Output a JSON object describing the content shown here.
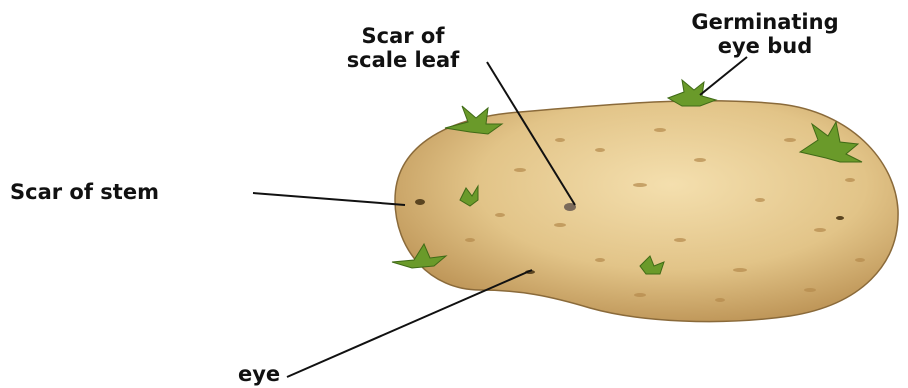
{
  "labels": {
    "scar_scale_leaf": [
      "Scar of",
      "scale leaf"
    ],
    "germinating_eye_bud": [
      "Germinating",
      "eye bud"
    ],
    "scar_of_stem": "Scar of stem",
    "eye": "eye"
  },
  "colors": {
    "skin": "#e2c488",
    "skin_shadow": "#b58a4c",
    "outline": "#8a6a3a",
    "sprout": "#6a9a2a",
    "sprout_dark": "#3f6a16",
    "pointer": "#111111"
  }
}
